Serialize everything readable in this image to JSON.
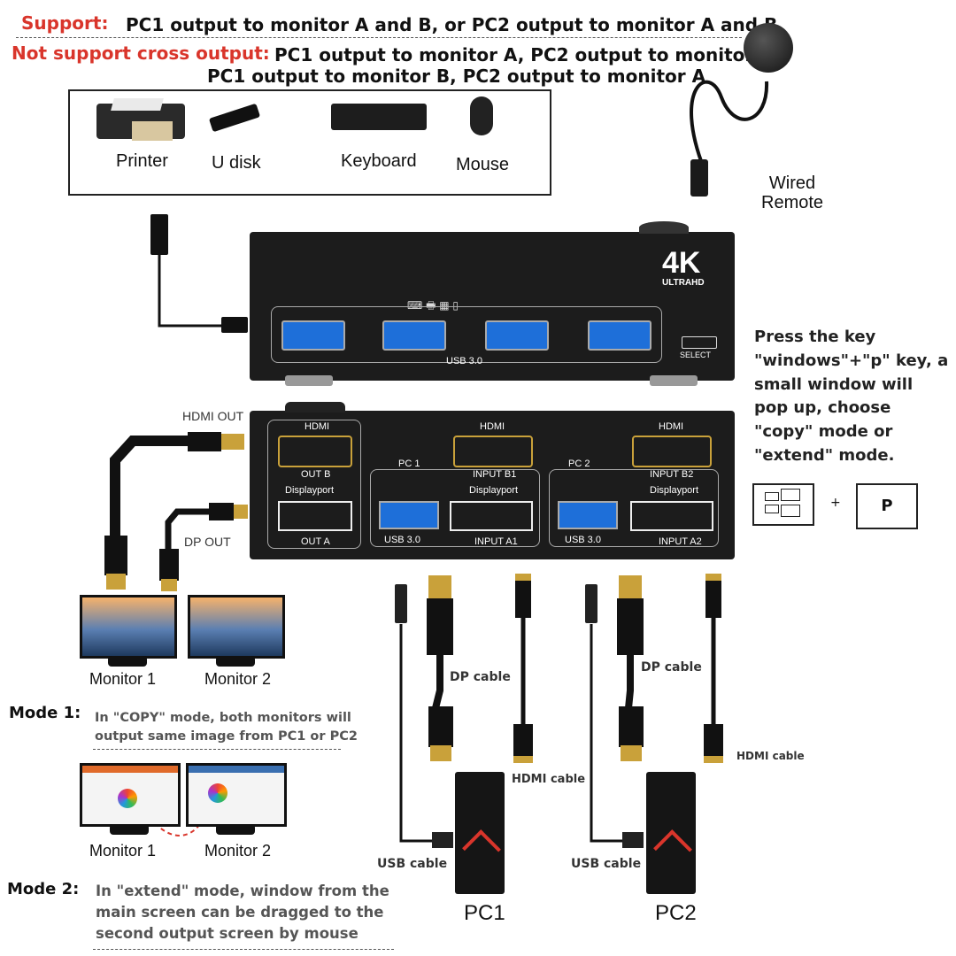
{
  "header": {
    "support_label": "Support:",
    "support_text": "PC1 output to monitor A and B, or PC2 output to monitor A and B",
    "not_support_label": "Not support  cross output:",
    "not_support_text1": "PC1 output to monitor A, PC2 output to monitor B",
    "not_support_text2": "PC1 output to monitor B, PC2 output to monitor A"
  },
  "peripherals": [
    "Printer",
    "U disk",
    "Keyboard",
    "Mouse"
  ],
  "remote_label": "Wired\nRemote",
  "switch_top": {
    "brand_big": "4K",
    "brand_small": "ULTRAHD",
    "usb_label": "USB 3.0",
    "select_label": "SELECT"
  },
  "switch_front": {
    "hdmi": "HDMI",
    "displayport": "Displayport",
    "out_b": "OUT B",
    "out_a": "OUT A",
    "pc1": "PC 1",
    "pc2": "PC 2",
    "input_b1": "INPUT B1",
    "input_a1": "INPUT A1",
    "input_b2": "INPUT B2",
    "input_a2": "INPUT A2",
    "usb30": "USB 3.0"
  },
  "cable_labels": {
    "hdmi_out": "HDMI OUT",
    "dp_out": "DP OUT",
    "dp_cable": "DP cable",
    "hdmi_cable": "HDMI cable",
    "usb_cable": "USB cable"
  },
  "instructions": "Press the key \"windows\"+\"p\" key, a small window will pop up, choose \"copy\" mode or \"extend\" mode.",
  "key_p": "P",
  "key_plus": "+",
  "monitors": [
    "Monitor 1",
    "Monitor 2"
  ],
  "mode1_label": "Mode 1:",
  "mode1_text": "In \"COPY\" mode, both monitors will output same image from PC1 or PC2",
  "mode2_label": "Mode 2:",
  "mode2_text": "In \"extend\" mode, window from the main screen can be dragged to the second output screen by mouse",
  "pcs": [
    "PC1",
    "PC2"
  ],
  "colors": {
    "accent_red": "#d9352b",
    "device_black": "#1c1c1c",
    "usb_blue": "#1e6fd9",
    "gold": "#c9a13a"
  }
}
